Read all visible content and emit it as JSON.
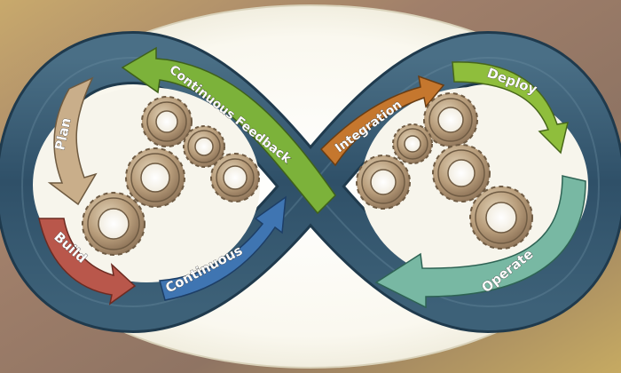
{
  "stages": [
    {
      "id": "plan",
      "label": "Plan",
      "color": "#c9ae8a"
    },
    {
      "id": "build",
      "label": "Build",
      "color": "#b9574b"
    },
    {
      "id": "continuous",
      "label": "Continuous",
      "color": "#3f75b2"
    },
    {
      "id": "integration",
      "label": "Integration",
      "color": "#c5772e"
    },
    {
      "id": "deploy",
      "label": "Deploy",
      "color": "#8fbe3c"
    },
    {
      "id": "operate",
      "label": "Operate",
      "color": "#78b8a3"
    },
    {
      "id": "feedback",
      "label": "Continuous Feedback",
      "color": "#7cb23a"
    }
  ],
  "colors": {
    "loop": "#34566d",
    "loop_edge": "#1f3a4d",
    "ellipse": "#fbf9ee",
    "gear": "#b79e7e",
    "gear_stroke": "#6f5b43",
    "bg_warm": "#9d8268",
    "bg_cool": "#d8c07a"
  }
}
